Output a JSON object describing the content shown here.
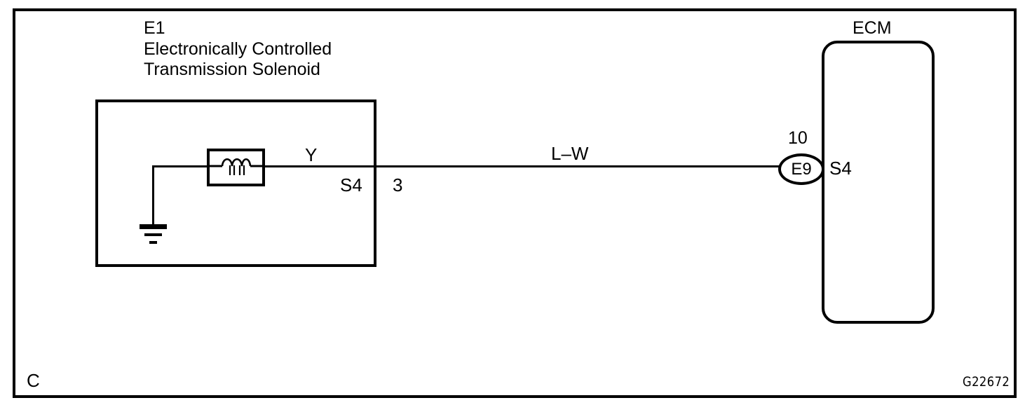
{
  "diagram": {
    "figure_code": "G22672",
    "corner_mark": "C",
    "line_color": "#000000",
    "background_color": "#ffffff",
    "components": {
      "solenoid": {
        "ref": "E1",
        "name_line1": "Electronically Controlled",
        "name_line2": "Transmission Solenoid",
        "title": "E1\nElectronically Controlled\nTransmission Solenoid",
        "symbol": "coil-inductor",
        "ground_symbol": "chassis-ground",
        "connector_code": "S4",
        "pin_number": "3",
        "internal_wire_color": "Y"
      },
      "ecm": {
        "title": "ECM",
        "connector_ref": "E9",
        "connector_pin": "10",
        "connector_code": "S4"
      }
    },
    "wires": [
      {
        "label": "L–W",
        "from": "E1 S4 pin 3",
        "to": "ECM E9 pin 10 S4"
      },
      {
        "label": "Y",
        "from": "solenoid coil",
        "to": "E1 S4 pin 3"
      }
    ]
  }
}
